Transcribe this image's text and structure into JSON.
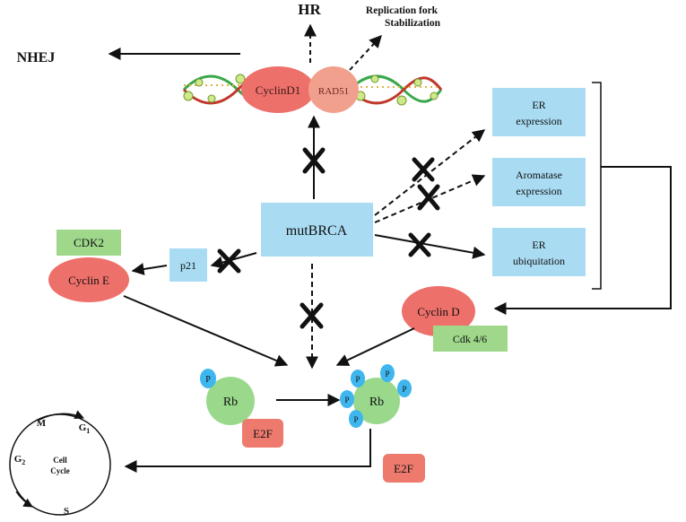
{
  "labels": {
    "hr": "HR",
    "fork_line1": "Replication fork",
    "fork_line2": "Stabilization",
    "nhej": "NHEJ",
    "cyclin_d1": "CyclinD1",
    "rad51": "RAD51",
    "mut_brca": "mutBRCA",
    "er_expr_line1": "ER",
    "er_expr_line2": "expression",
    "aromatase_line1": "Aromatase",
    "aromatase_line2": "expression",
    "er_ubiq_line1": "ER",
    "er_ubiq_line2": "ubiquitation",
    "cdk2": "CDK2",
    "cyclin_e": "Cyclin E",
    "p21": "p21",
    "cyclin_d": "Cyclin D",
    "cdk46": "Cdk 4/6",
    "rb_left": "Rb",
    "rb_right": "Rb",
    "p": "P",
    "e2f_bound": "E2F",
    "e2f_free": "E2F",
    "cell_cycle_line1": "Cell",
    "cell_cycle_line2": "Cycle",
    "phase_m": "M",
    "phase_g1": "G",
    "phase_g1_sub": "1",
    "phase_g2": "G",
    "phase_g2_sub": "2",
    "phase_s": "S"
  },
  "colors": {
    "box_blue": "#a9dcf3",
    "cyclin_red": "#ee706a",
    "rad51_red": "#f2a08e",
    "cdk_green": "#9fd88a",
    "rb_green": "#9ad98c",
    "phospho_blue": "#3fb6ee",
    "e2f_red": "#ee7a6e",
    "line": "#111111"
  }
}
